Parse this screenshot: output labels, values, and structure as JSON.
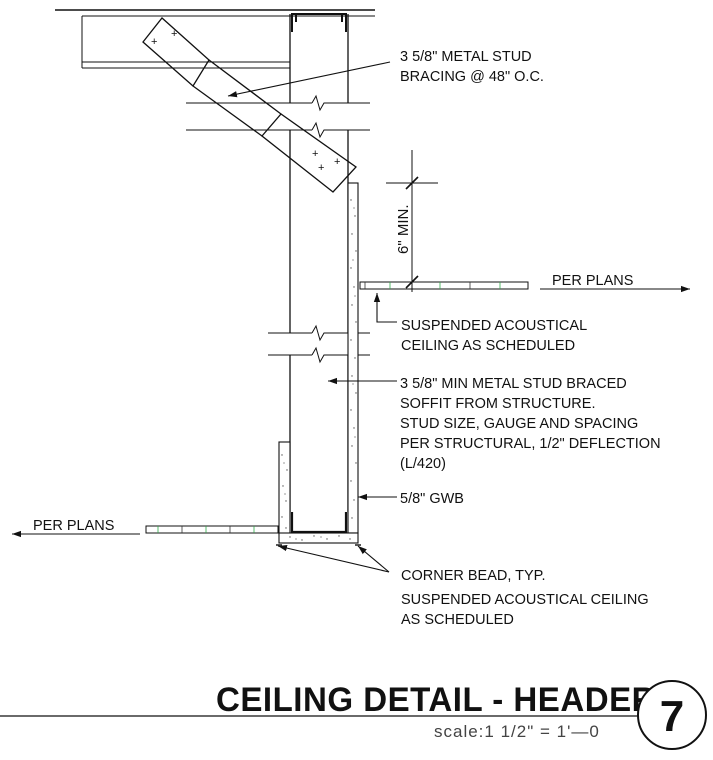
{
  "notes": {
    "bracing": [
      "3 5/8\" METAL STUD",
      "BRACING @ 48\" O.C."
    ],
    "per_plans_right": "PER PLANS",
    "ceiling_upper": [
      "SUSPENDED ACOUSTICAL",
      "CEILING AS SCHEDULED"
    ],
    "soffit": [
      "3 5/8\" MIN METAL STUD BRACED",
      "SOFFIT FROM STRUCTURE.",
      "STUD SIZE, GAUGE AND SPACING",
      "PER STRUCTURAL, 1/2\" DEFLECTION",
      "(L/420)"
    ],
    "gwb": "5/8\" GWB",
    "per_plans_left": "PER PLANS",
    "corner_bead": "CORNER BEAD, TYP.",
    "ceiling_lower": [
      "SUSPENDED ACOUSTICAL CEILING",
      "AS SCHEDULED"
    ]
  },
  "dimension": "6\" MIN.",
  "title": {
    "text": "CEILING DETAIL - HEADER",
    "scale": "scale:1  1/2\"  =  1'—0",
    "detail_number": "7"
  },
  "colors": {
    "linework": "#111111",
    "ceiling_tile_accent": "#2eaa4a"
  }
}
